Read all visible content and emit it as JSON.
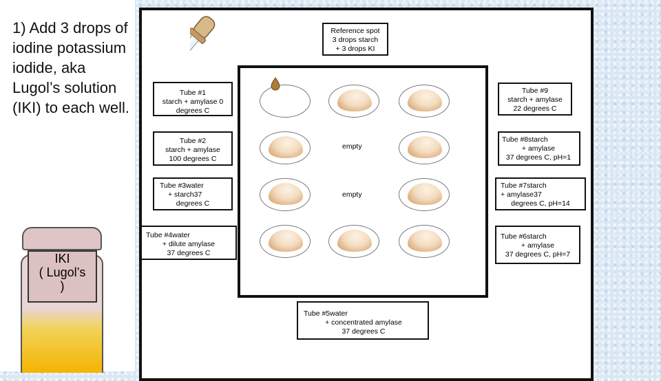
{
  "instruction": "1) Add 3 drops of iodine potassium iodide, aka Lugol’s solution (IKI) to each well.",
  "jar": {
    "line1": "IKI",
    "line2": "( Lugol’s",
    "line3": ")"
  },
  "reference": {
    "line1": "Reference spot",
    "line2": "3 drops starch",
    "line3": "+ 3 drops KI"
  },
  "tubes": {
    "t1": {
      "line1": "Tube #1",
      "line2": "starch + amylase  0",
      "line3": "degrees C"
    },
    "t2": {
      "line1": "Tube #2",
      "line2": "starch + amylase",
      "line3": "100 degrees C"
    },
    "t3": {
      "a": "Tube #3",
      "b": "water",
      "c": "+ starch",
      "d": "37",
      "line3": "degrees C"
    },
    "t4": {
      "a": "Tube #4",
      "b": "water",
      "line2": "+ dilute amylase",
      "line3": "37 degrees C"
    },
    "t5": {
      "a": "Tube #5",
      "b": "water",
      "line2": "+ concentrated amylase",
      "line3": "37 degrees C"
    },
    "t6": {
      "a": "Tube #6",
      "b": "starch",
      "line2": "+ amylase",
      "line3": "37 degrees C, pH=7"
    },
    "t7": {
      "a": "Tube #7",
      "b": "starch",
      "c": "+ amylase",
      "d": "37",
      "line3": "degrees C, pH=14"
    },
    "t8": {
      "a": "Tube #8",
      "b": "starch",
      "line2": "+ amylase",
      "line3": "37 degrees C, pH=1"
    },
    "t9": {
      "line1": "Tube #9",
      "line2": "starch + amylase",
      "line3": "22 degrees C"
    }
  },
  "empty_label": "empty",
  "colors": {
    "iki_liquid": "#f4b400",
    "starch": "#f4dcc0",
    "jar_glass": "#e9d5d5"
  }
}
